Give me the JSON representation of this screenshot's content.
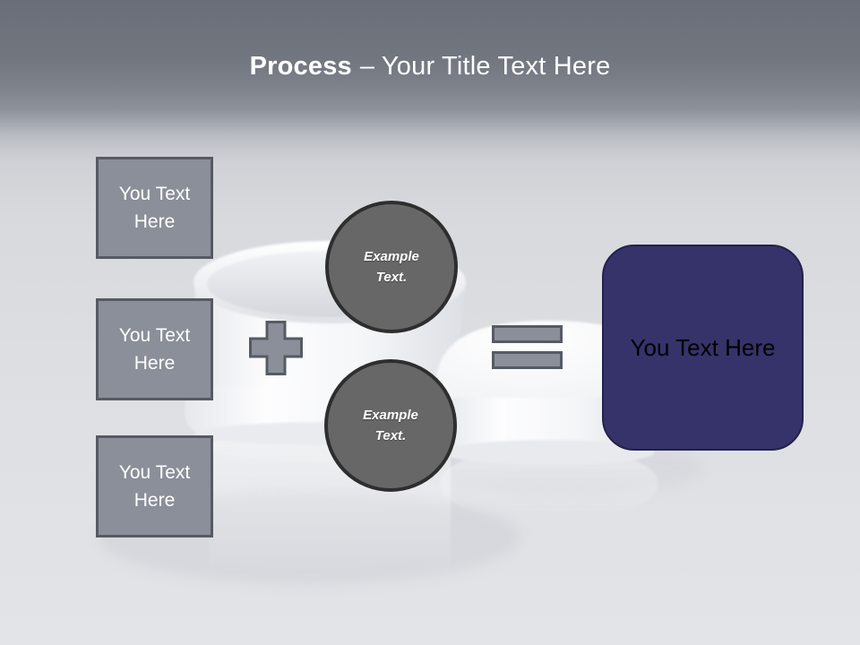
{
  "title": {
    "emphasis": "Process",
    "rest": "– Your Title Text Here"
  },
  "diagram": {
    "input_boxes": [
      {
        "label": "You Text Here"
      },
      {
        "label": "You Text Here"
      },
      {
        "label": "You Text Here"
      }
    ],
    "example_circles": [
      {
        "label": "Example Text."
      },
      {
        "label": "Example Text."
      }
    ],
    "operators": {
      "plus_icon": "plus",
      "equals_icon": "equals"
    },
    "result_box": {
      "label": "You Text Here"
    }
  },
  "colors": {
    "header_gray": "#696e78",
    "surface_light": "#e4e5e8",
    "shape_gray_fill": "#8a8f99",
    "shape_gray_border": "#565b63",
    "circle_fill": "#676767",
    "circle_border": "#2e2e2e",
    "result_navy": "#353369",
    "title_text": "#ffffff"
  }
}
